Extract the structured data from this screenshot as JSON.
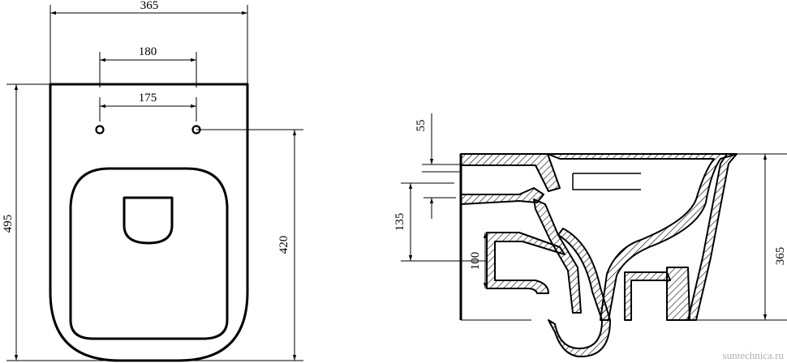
{
  "front_view": {
    "dim_width": "365",
    "dim_holes_outer": "180",
    "dim_holes_inner": "175",
    "dim_length": "495",
    "dim_hole_to_front": "420"
  },
  "side_view": {
    "dim_inlet": "55",
    "dim_outlet_height": "135",
    "dim_outlet_pipe": "100",
    "dim_height": "365"
  },
  "watermark": "suntechnica.ru",
  "colors": {
    "line": "#000000",
    "background": "#ffffff",
    "watermark": "#b0b0b0"
  }
}
